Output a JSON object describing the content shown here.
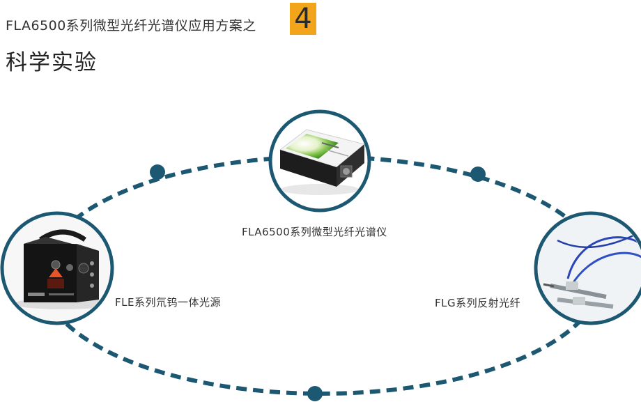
{
  "header": {
    "title": "FLA6500系列微型光纤光谱仪应用方案之",
    "badge_number": "4",
    "subtitle": "科学实验"
  },
  "nodes": {
    "spectrometer": {
      "label": "FLA6500系列微型光纤光谱仪"
    },
    "light_source": {
      "label": "FLE系列氘钨一体光源"
    },
    "fiber": {
      "label": "FLG系列反射光纤"
    }
  },
  "colors": {
    "accent": "#f2a51a",
    "ring": "#1c5872"
  }
}
